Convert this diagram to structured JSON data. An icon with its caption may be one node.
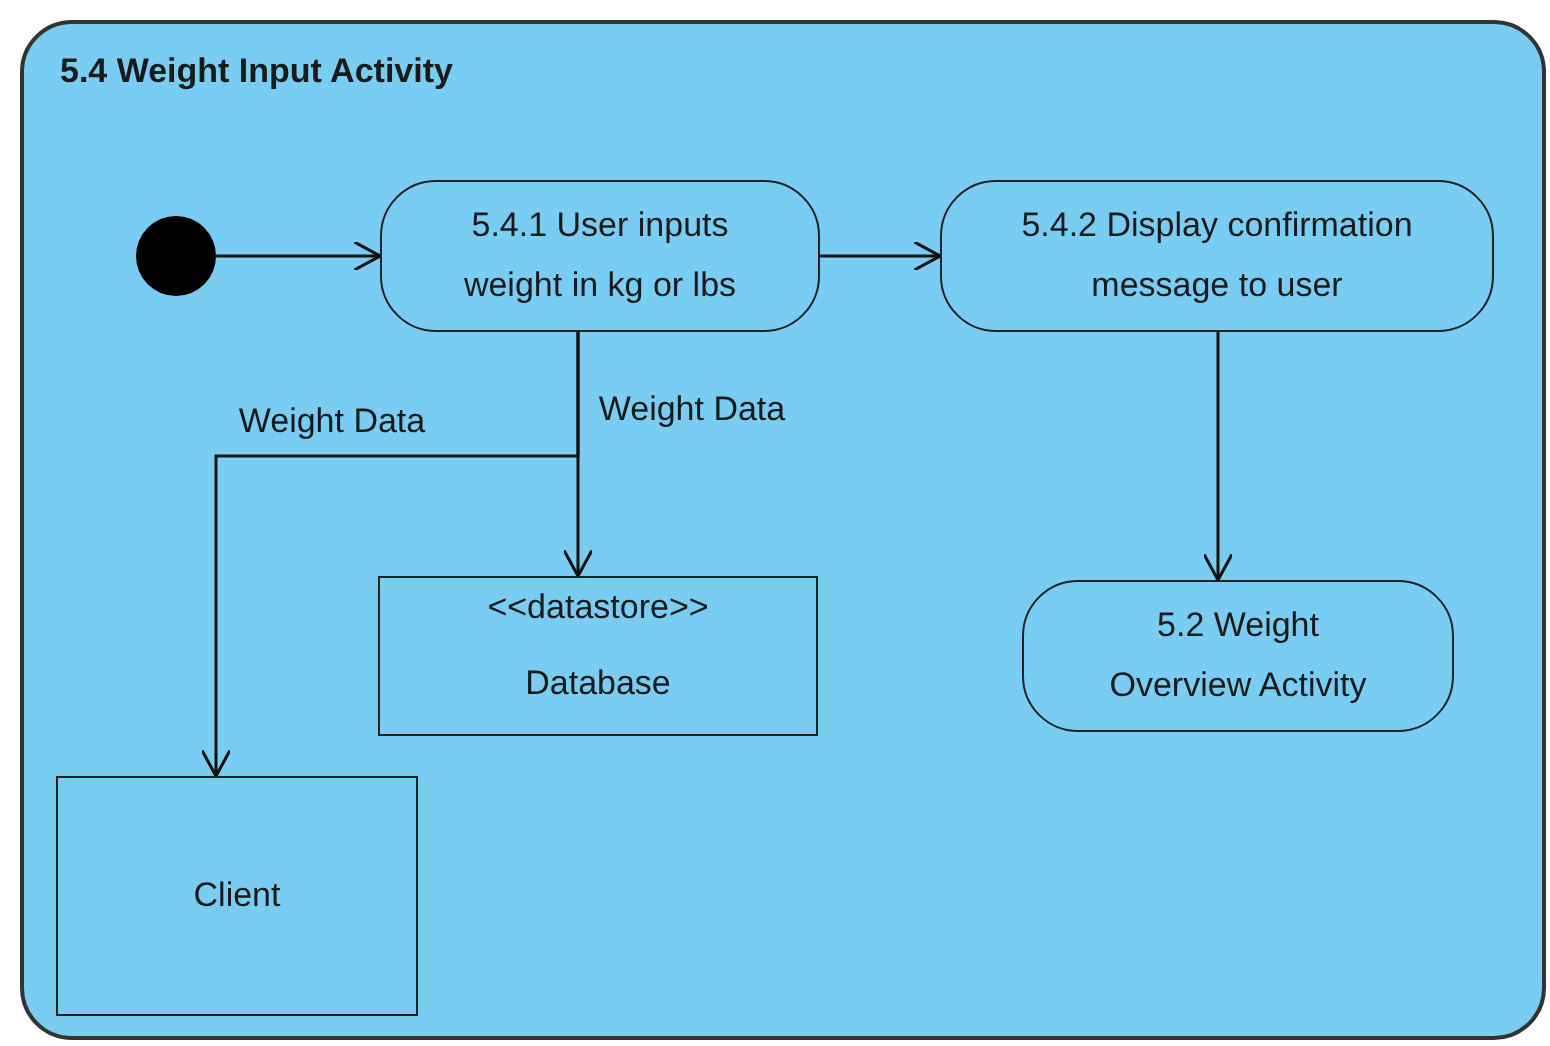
{
  "diagram": {
    "nodes": [
      {
        "text": [
          "5.4 Weight Input Activity"
        ]
      },
      {
        "text": [],
        "shape": "circle",
        "in": 0
      },
      {
        "text": [
          "5.4.1 User inputs weight in kg or lbs"
        ],
        "in": 0
      },
      {
        "text": [
          "5.4.2 Display confirmation message to user"
        ],
        "in": 0
      },
      {
        "text": [
          "<<datastore>>",
          "Database"
        ],
        "in": 0
      },
      {
        "text": [
          "5.2 Weight Overview Activity"
        ],
        "in": 0
      },
      {
        "text": [
          "Client"
        ],
        "in": 0
      }
    ],
    "edges": [
      {
        "from": 1,
        "to": 2,
        "arrow": "to"
      },
      {
        "from": 2,
        "to": 3,
        "arrow": "to"
      },
      {
        "from": 2,
        "to": 4,
        "label": "Weight Data",
        "arrow": "to"
      },
      {
        "from": 2,
        "to": 6,
        "label": "Weight Data",
        "arrow": "to"
      },
      {
        "from": 3,
        "to": 5,
        "arrow": "to"
      }
    ]
  }
}
